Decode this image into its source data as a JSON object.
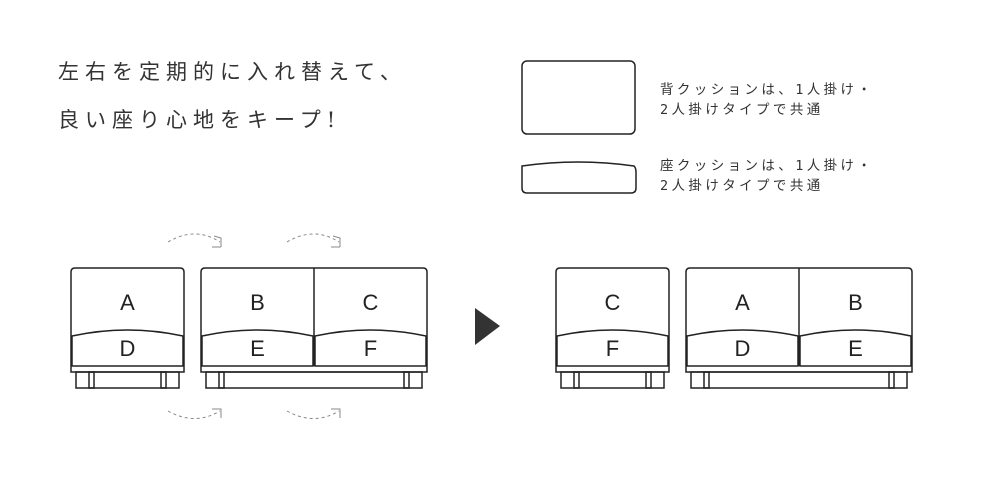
{
  "headline": {
    "line1": "左右を定期的に入れ替えて、",
    "line2": "良い座り心地をキープ!"
  },
  "legend": {
    "back_cushion_note": {
      "line1": "背クッションは、1人掛け・",
      "line2": "2人掛けタイプで共通"
    },
    "seat_cushion_note": {
      "line1": "座クッションは、1人掛け・",
      "line2": "2人掛けタイプで共通"
    }
  },
  "before": {
    "single": {
      "back": [
        "A"
      ],
      "seat": [
        "D"
      ]
    },
    "double": {
      "back": [
        "B",
        "C"
      ],
      "seat": [
        "E",
        "F"
      ]
    }
  },
  "after": {
    "single": {
      "back": [
        "C"
      ],
      "seat": [
        "F"
      ]
    },
    "double": {
      "back": [
        "A",
        "B"
      ],
      "seat": [
        "D",
        "E"
      ]
    }
  },
  "colors": {
    "line": "#222222",
    "arrow": "#333333",
    "dashed": "#888888"
  }
}
